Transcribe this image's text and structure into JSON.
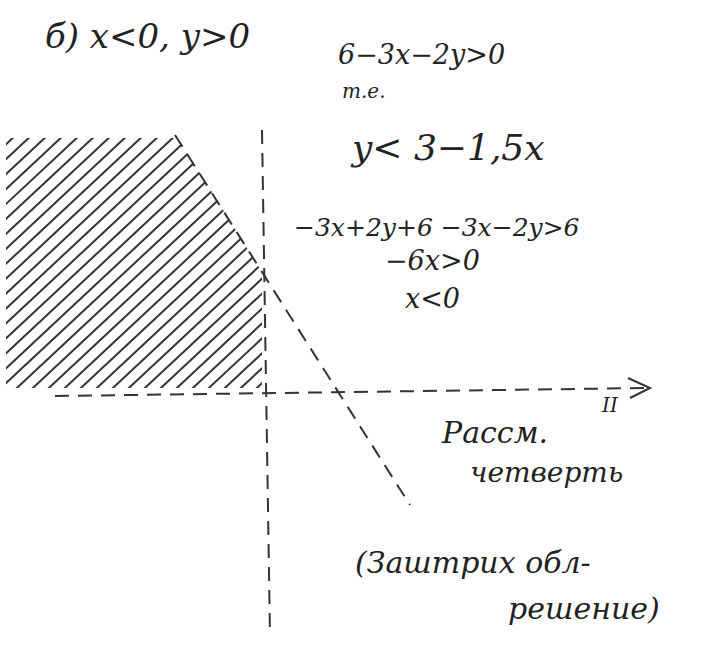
{
  "diagram": {
    "labels": [
      "б) x<0, y>0",
      "6−3x−2y>0",
      "т.е.",
      "y< 3−1,5x",
      "−3x+2y+6 −3x−2y>6",
      "−6x>0",
      "x<0",
      "Рассм.",
      "II",
      "четверть",
      "(Заштрих обл-",
      "решение)"
    ]
  }
}
